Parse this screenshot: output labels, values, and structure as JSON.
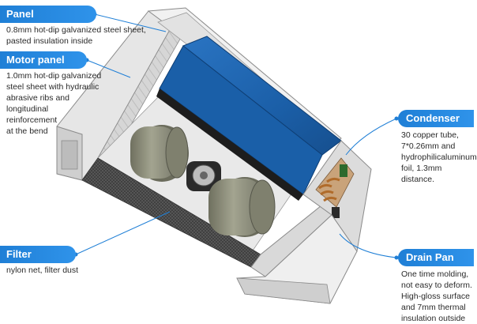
{
  "callouts": {
    "panel": {
      "title": "Panel",
      "text": "0.8mm hot-dip galvanized steel sheet,\npasted insulation inside"
    },
    "motor_panel": {
      "title": "Motor panel",
      "text": "1.0mm hot-dip galvanized\nsteel sheet with hydraulic\nabrasive ribs and\nlongitudinal\nreinforcement\nat the bend"
    },
    "filter": {
      "title": "Filter",
      "text": "nylon net,  filter dust"
    },
    "condenser": {
      "title": "Condenser",
      "text": "30 copper tube,\n7*0.26mm and\nhydrophilicaluminum\nfoil, 1.3mm distance."
    },
    "drain_pan": {
      "title": "Drain Pan",
      "text": "One time molding,\nnot easy to deform.\nHigh-gloss surface\nand 7mm thermal\ninsulation outside"
    }
  },
  "colors": {
    "accent": "#1f7fd6",
    "coil": "#1b63b0",
    "housing": "#dcdcdc",
    "blower": "#8d8e7c"
  }
}
